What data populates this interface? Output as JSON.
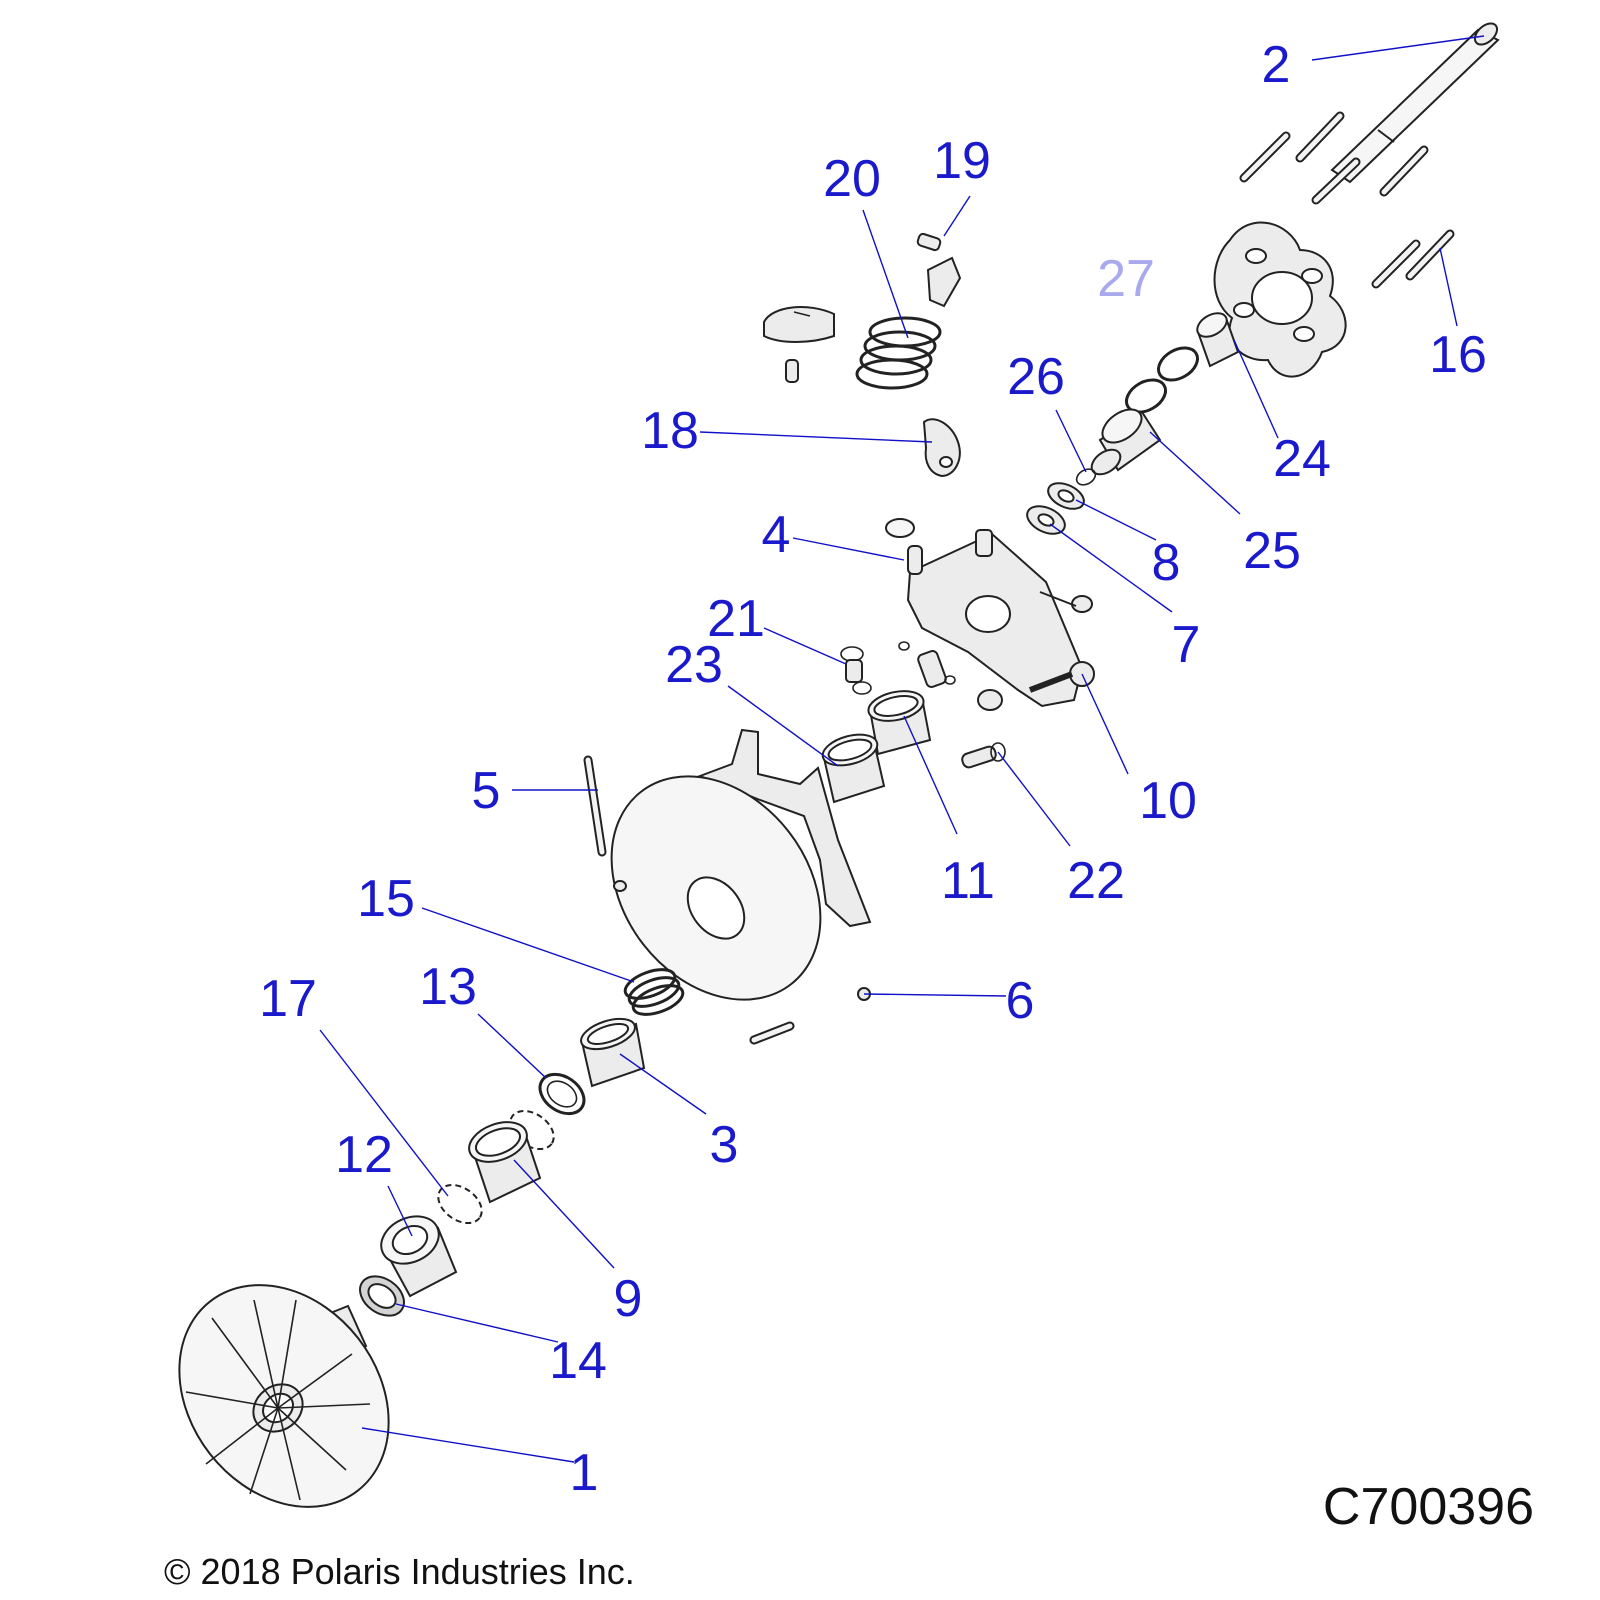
{
  "diagram": {
    "callouts": [
      {
        "id": "1",
        "label": "1"
      },
      {
        "id": "2",
        "label": "2"
      },
      {
        "id": "3",
        "label": "3"
      },
      {
        "id": "4",
        "label": "4"
      },
      {
        "id": "5",
        "label": "5"
      },
      {
        "id": "6",
        "label": "6"
      },
      {
        "id": "7",
        "label": "7"
      },
      {
        "id": "8",
        "label": "8"
      },
      {
        "id": "9",
        "label": "9"
      },
      {
        "id": "10",
        "label": "10"
      },
      {
        "id": "11",
        "label": "11"
      },
      {
        "id": "12",
        "label": "12"
      },
      {
        "id": "13",
        "label": "13"
      },
      {
        "id": "14",
        "label": "14"
      },
      {
        "id": "15",
        "label": "15"
      },
      {
        "id": "16",
        "label": "16"
      },
      {
        "id": "17",
        "label": "17"
      },
      {
        "id": "18",
        "label": "18"
      },
      {
        "id": "19",
        "label": "19"
      },
      {
        "id": "20",
        "label": "20"
      },
      {
        "id": "21",
        "label": "21"
      },
      {
        "id": "22",
        "label": "22"
      },
      {
        "id": "23",
        "label": "23"
      },
      {
        "id": "24",
        "label": "24"
      },
      {
        "id": "25",
        "label": "25"
      },
      {
        "id": "26",
        "label": "26"
      },
      {
        "id": "27",
        "label": "27"
      }
    ],
    "figure_code": "C700396",
    "copyright": "© 2018 Polaris Industries Inc.",
    "colors": {
      "callout_text": "#1a1acc",
      "callout_faded": "#a9a9ee",
      "leader_line": "#1010c8",
      "part_outline": "#222222",
      "part_fill": "#ececec"
    }
  }
}
